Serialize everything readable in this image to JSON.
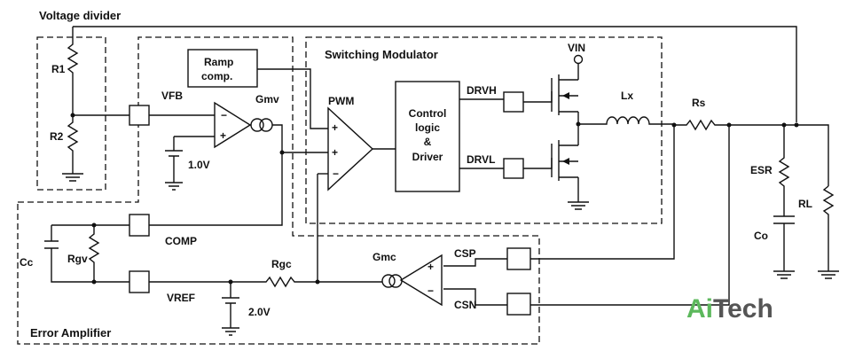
{
  "labels": {
    "voltage_divider": "Voltage divider",
    "switching_modulator": "Switching Modulator",
    "error_amplifier": "Error Amplifier",
    "r1": "R1",
    "r2": "R2",
    "vfb": "VFB",
    "ramp1": "Ramp",
    "ramp2": "comp.",
    "gmv": "Gmv",
    "ref1": "1.0V",
    "pwm": "PWM",
    "ctrl1": "Control",
    "ctrl2": "logic",
    "ctrl3": "&",
    "ctrl4": "Driver",
    "drvh": "DRVH",
    "drvl": "DRVL",
    "vin": "VIN",
    "lx": "Lx",
    "rs": "Rs",
    "esr": "ESR",
    "co": "Co",
    "rl": "RL",
    "cc": "Cc",
    "rgv": "Rgv",
    "comp": "COMP",
    "vref": "VREF",
    "rgc": "Rgc",
    "ref2": "2.0V",
    "gmc": "Gmc",
    "csp": "CSP",
    "csn": "CSN",
    "plus": "+",
    "minus": "−"
  },
  "logo": {
    "prefix": "Ai",
    "suffix": "Tech"
  },
  "colors": {
    "logo_green": "#5cb85c",
    "logo_gray": "#555555",
    "ink": "#111111"
  }
}
